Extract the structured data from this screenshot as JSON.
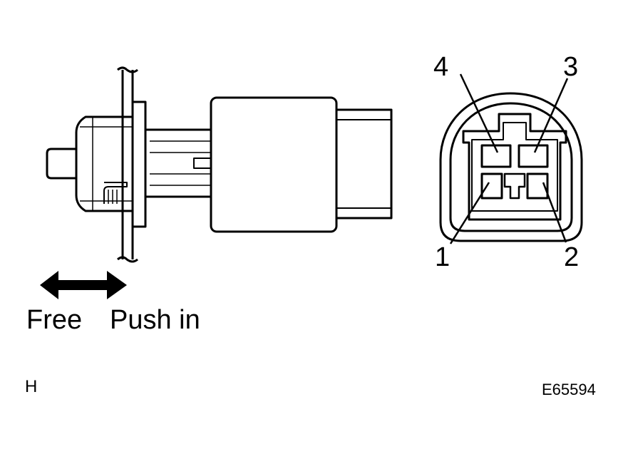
{
  "labels": {
    "free": "Free",
    "push_in": "Push in",
    "view_code": "H",
    "figure_id": "E65594"
  },
  "pins": [
    "1",
    "2",
    "3",
    "4"
  ],
  "colors": {
    "line": "#000000",
    "background": "#ffffff"
  }
}
